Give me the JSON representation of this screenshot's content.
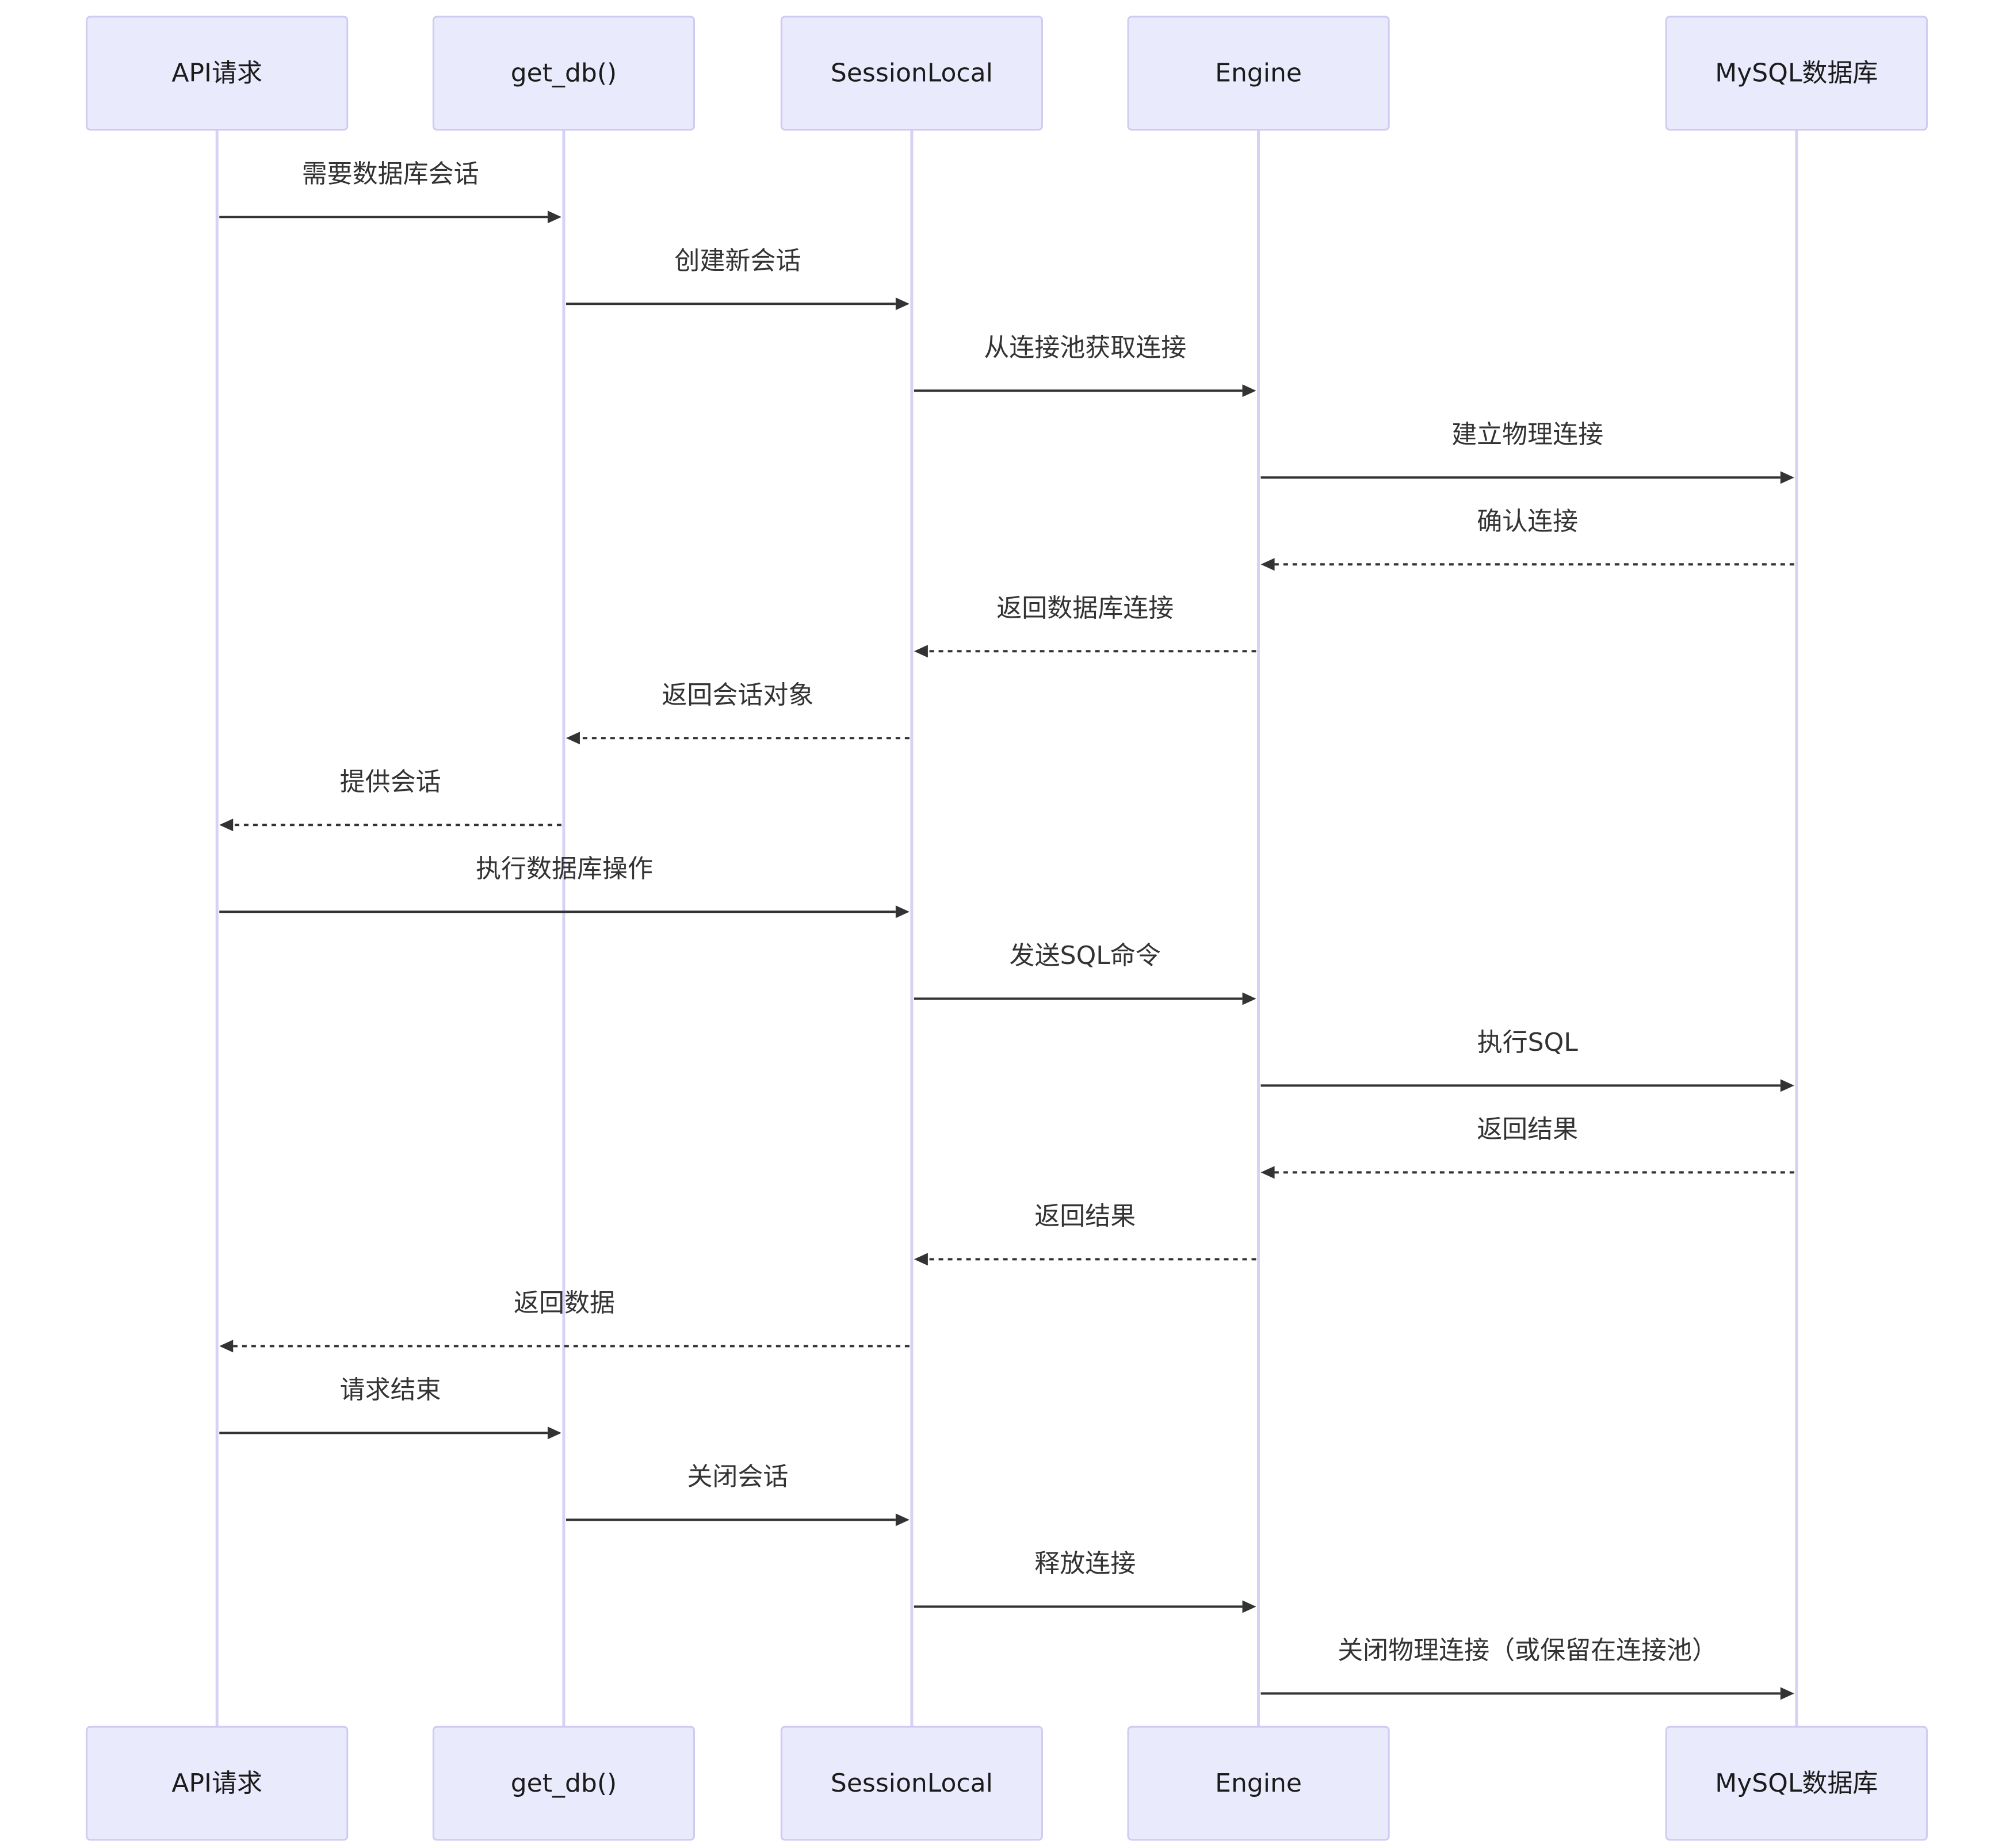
{
  "participants": [
    {
      "id": "api",
      "label": "API请求"
    },
    {
      "id": "getdb",
      "label": "get_db()"
    },
    {
      "id": "session",
      "label": "SessionLocal"
    },
    {
      "id": "engine",
      "label": "Engine"
    },
    {
      "id": "mysql",
      "label": "MySQL数据库"
    }
  ],
  "messages": [
    {
      "from": "api",
      "to": "getdb",
      "label": "需要数据库会话",
      "style": "solid"
    },
    {
      "from": "getdb",
      "to": "session",
      "label": "创建新会话",
      "style": "solid"
    },
    {
      "from": "session",
      "to": "engine",
      "label": "从连接池获取连接",
      "style": "solid"
    },
    {
      "from": "engine",
      "to": "mysql",
      "label": "建立物理连接",
      "style": "solid"
    },
    {
      "from": "mysql",
      "to": "engine",
      "label": "确认连接",
      "style": "dashed"
    },
    {
      "from": "engine",
      "to": "session",
      "label": "返回数据库连接",
      "style": "dashed"
    },
    {
      "from": "session",
      "to": "getdb",
      "label": "返回会话对象",
      "style": "dashed"
    },
    {
      "from": "getdb",
      "to": "api",
      "label": "提供会话",
      "style": "dashed"
    },
    {
      "from": "api",
      "to": "session",
      "label": "执行数据库操作",
      "style": "solid"
    },
    {
      "from": "session",
      "to": "engine",
      "label": "发送SQL命令",
      "style": "solid"
    },
    {
      "from": "engine",
      "to": "mysql",
      "label": "执行SQL",
      "style": "solid"
    },
    {
      "from": "mysql",
      "to": "engine",
      "label": "返回结果",
      "style": "dashed"
    },
    {
      "from": "engine",
      "to": "session",
      "label": "返回结果",
      "style": "dashed"
    },
    {
      "from": "session",
      "to": "api",
      "label": "返回数据",
      "style": "dashed"
    },
    {
      "from": "api",
      "to": "getdb",
      "label": "请求结束",
      "style": "solid"
    },
    {
      "from": "getdb",
      "to": "session",
      "label": "关闭会话",
      "style": "solid"
    },
    {
      "from": "session",
      "to": "engine",
      "label": "释放连接",
      "style": "solid"
    },
    {
      "from": "engine",
      "to": "mysql",
      "label": "关闭物理连接（或保留在连接池）",
      "style": "solid"
    }
  ]
}
